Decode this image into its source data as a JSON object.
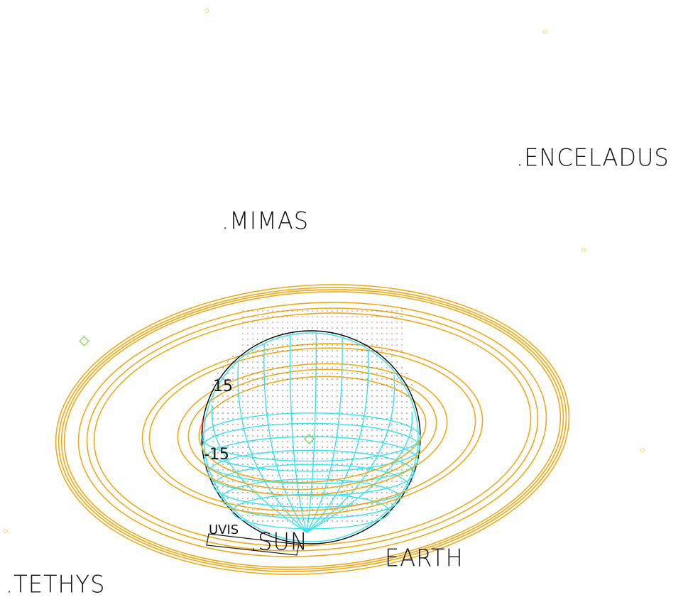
{
  "bodies": {
    "enceladus": ".ENCELADUS",
    "mimas": ".MIMAS",
    "tethys": ".TETHYS",
    "earth": "EARTH",
    "sun": ".SUN"
  },
  "instrument": {
    "label": "UVIS"
  },
  "latitude_labels": {
    "north": "15",
    "south": "-15"
  },
  "colors": {
    "rings": "#f0a91a",
    "grid": "#37e4ee",
    "limb": "#000000",
    "dots": "#e84a4a",
    "markers": "#7ed957",
    "stars": "#f3dc64",
    "limb_highlight": "#cc2222"
  },
  "icons": {
    "center_marker": "diamond-marker-icon",
    "stars": "star-dot-icon"
  }
}
